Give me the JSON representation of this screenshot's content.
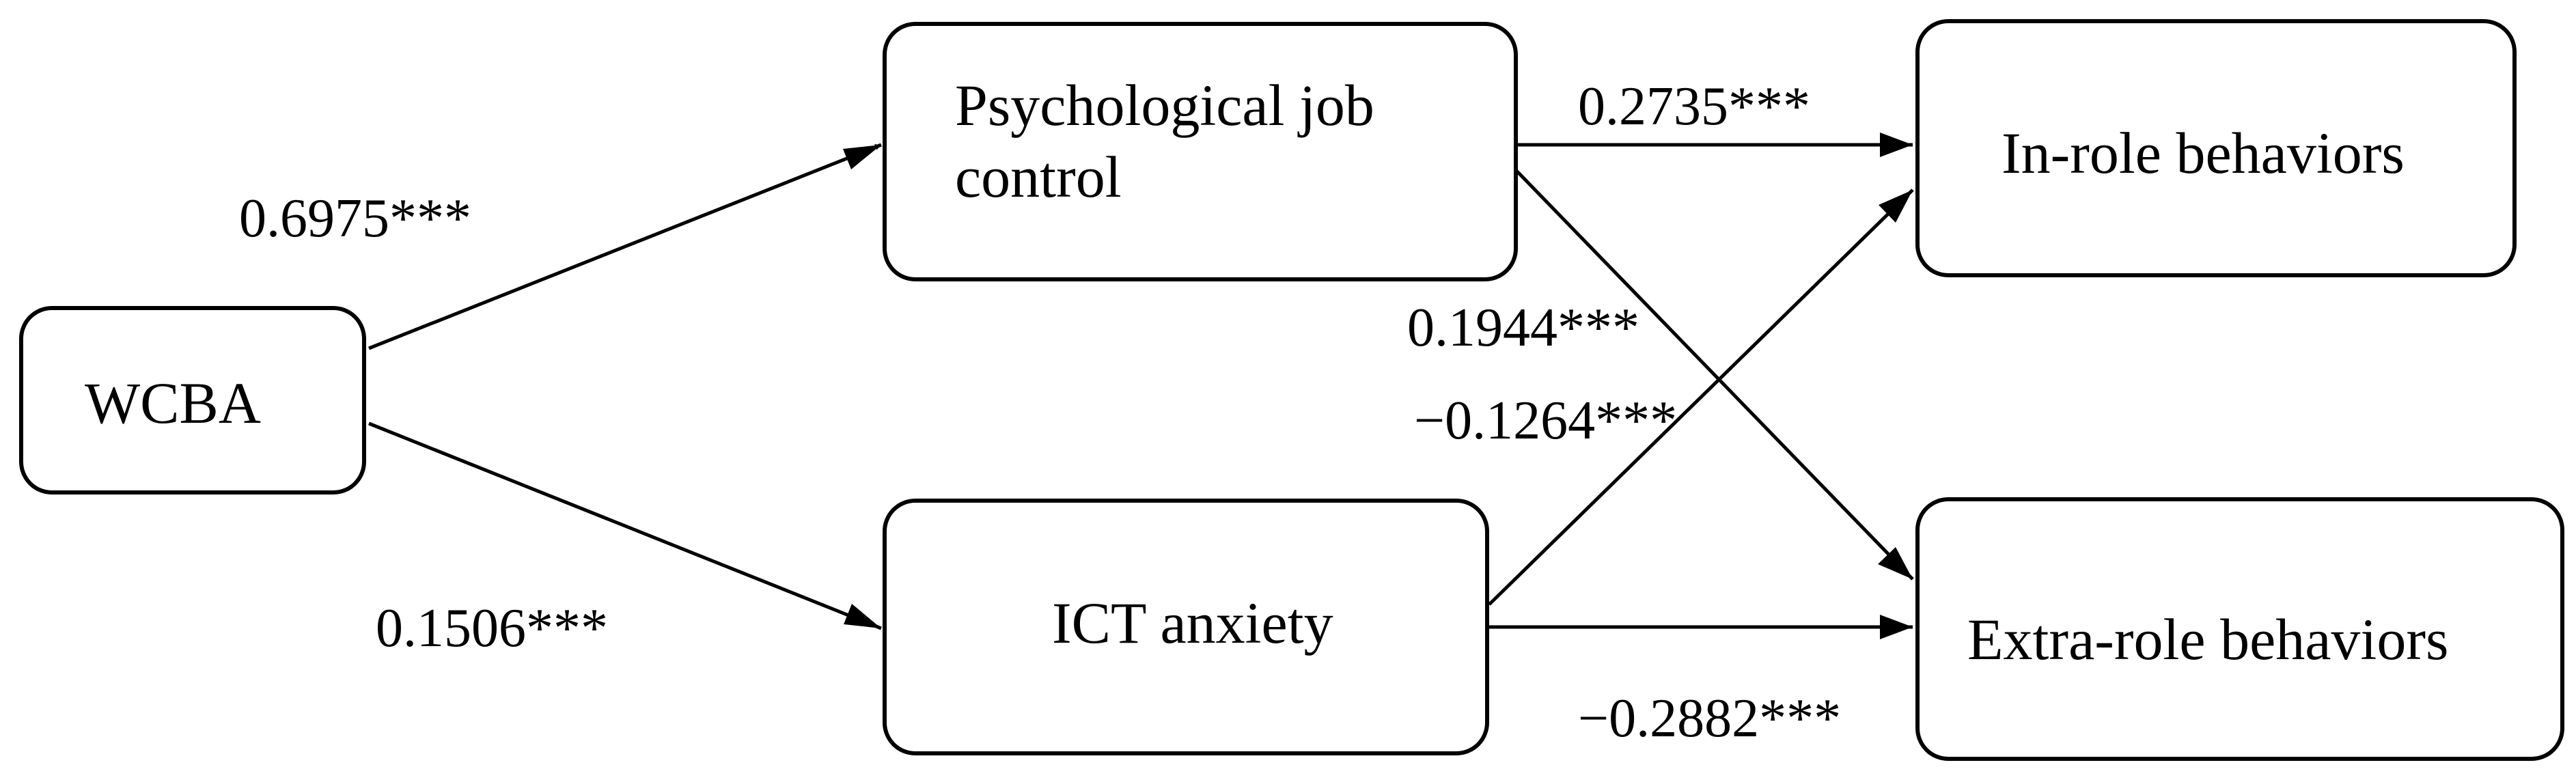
{
  "nodes": {
    "wcba": {
      "label": "WCBA"
    },
    "job_control": {
      "label": "Psychological job\ncontrol"
    },
    "ict_anxiety": {
      "label": "ICT anxiety"
    },
    "in_role": {
      "label": "In-role behaviors"
    },
    "extra_role": {
      "label": "Extra-role behaviors"
    }
  },
  "paths": [
    {
      "from": "WCBA",
      "to": "Psychological job control",
      "coefficient": "0.6975***"
    },
    {
      "from": "WCBA",
      "to": "ICT anxiety",
      "coefficient": "0.1506***"
    },
    {
      "from": "Psychological job control",
      "to": "In-role behaviors",
      "coefficient": "0.2735***"
    },
    {
      "from": "Psychological job control",
      "to": "Extra-role behaviors",
      "coefficient": "0.1944***"
    },
    {
      "from": "ICT anxiety",
      "to": "In-role behaviors",
      "coefficient": "−0.1264***"
    },
    {
      "from": "ICT anxiety",
      "to": "Extra-role behaviors",
      "coefficient": "−0.2882***"
    }
  ]
}
